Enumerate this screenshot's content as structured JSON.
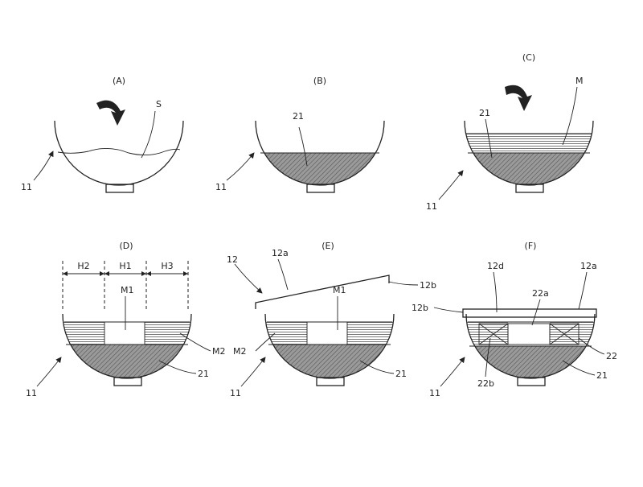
{
  "panels": {
    "A": {
      "label": "(A)",
      "bowl_ref": "11",
      "content_ref": "S"
    },
    "B": {
      "label": "(B)",
      "bowl_ref": "11",
      "layer_ref": "21"
    },
    "C": {
      "label": "(C)",
      "bowl_ref": "11",
      "layer_ref": "21",
      "material_ref": "M"
    },
    "D": {
      "label": "(D)",
      "bowl_ref": "11",
      "layer_ref": "21",
      "center_ref": "M1",
      "side_ref": "M2",
      "dims": [
        "H2",
        "H1",
        "H3"
      ]
    },
    "E": {
      "label": "(E)",
      "bowl_ref": "11",
      "layer_ref": "21",
      "center_ref": "M1",
      "side_ref": "M2",
      "lid_ref": "12",
      "lid_top_ref": "12a",
      "lid_edge_ref": "12b"
    },
    "F": {
      "label": "(F)",
      "bowl_ref": "11",
      "layer_ref": "21",
      "part_ref": "22",
      "part_top_ref": "22a",
      "part_bottom_ref": "22b",
      "lid_top_ref": "12a",
      "lid_edge_ref": "12b",
      "lid_inner_ref": "12d"
    }
  },
  "colors": {
    "line": "#222222",
    "fill_dark": "#8f8f8f",
    "hatch": "#444444",
    "background": "#ffffff"
  }
}
